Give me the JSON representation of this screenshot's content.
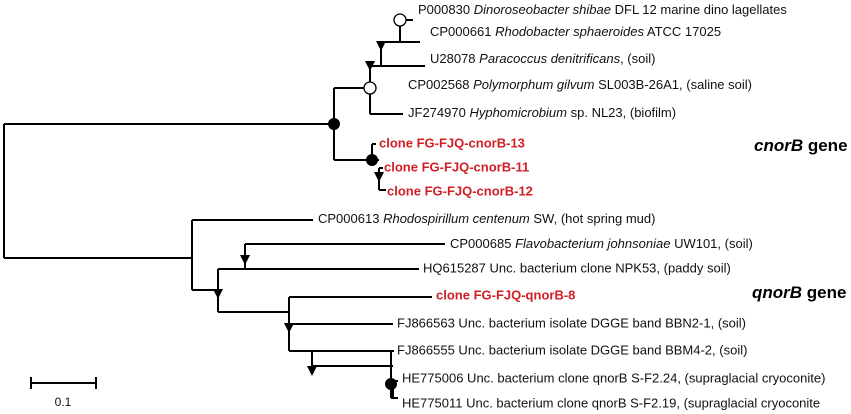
{
  "taxa": [
    {
      "accession": "P000830",
      "species": "Dinoroseobacter shibae",
      "rest": " DFL 12  marine dino lagellates"
    },
    {
      "accession": "CP000661",
      "species": "Rhodobacter sphaeroides",
      "rest": " ATCC 17025"
    },
    {
      "accession": "U28078",
      "species": "Paracoccus denitrificans",
      "rest": ", (soil)"
    },
    {
      "accession": "CP002568",
      "species": "Polymorphum gilvum",
      "rest": " SL003B-26A1, (saline soil)"
    },
    {
      "accession": "JF274970",
      "species": "Hyphomicrobium",
      "rest": " sp. NL23, (biofilm)"
    },
    {
      "clone": "clone FG-FJQ-cnorB-13"
    },
    {
      "clone": "clone FG-FJQ-cnorB-11"
    },
    {
      "clone": "clone FG-FJQ-cnorB-12"
    },
    {
      "accession": "CP000613",
      "species": "Rhodospirillum centenum",
      "rest": " SW, (hot spring mud)"
    },
    {
      "accession": "CP000685",
      "species": "Flavobacterium johnsoniae",
      "rest": " UW101, (soil)"
    },
    {
      "text": "HQ615287 Unc. bacterium clone NPK53, (paddy soil)"
    },
    {
      "clone": "clone FG-FJQ-qnorB-8"
    },
    {
      "text": "FJ866563 Unc. bacterium isolate DGGE band BBN2-1, (soil)"
    },
    {
      "text": "FJ866555 Unc. bacterium isolate DGGE band BBM4-2, (soil)"
    },
    {
      "text": "HE775006 Unc. bacterium clone qnorB S-F2.24, (supraglacial cryoconite)"
    },
    {
      "text": "HE775011 Unc. bacterium clone qnorB S-F2.19, (supraglacial cryoconite"
    }
  ],
  "groups": {
    "cnorB": {
      "name": "cnorB",
      "suffix": " gene"
    },
    "qnorB": {
      "name": "qnorB",
      "suffix": " gene"
    }
  },
  "scale_bar": {
    "label": "0.1"
  },
  "colors": {
    "branch": "#000000",
    "clone": "#d21f26",
    "text": "#111111"
  }
}
